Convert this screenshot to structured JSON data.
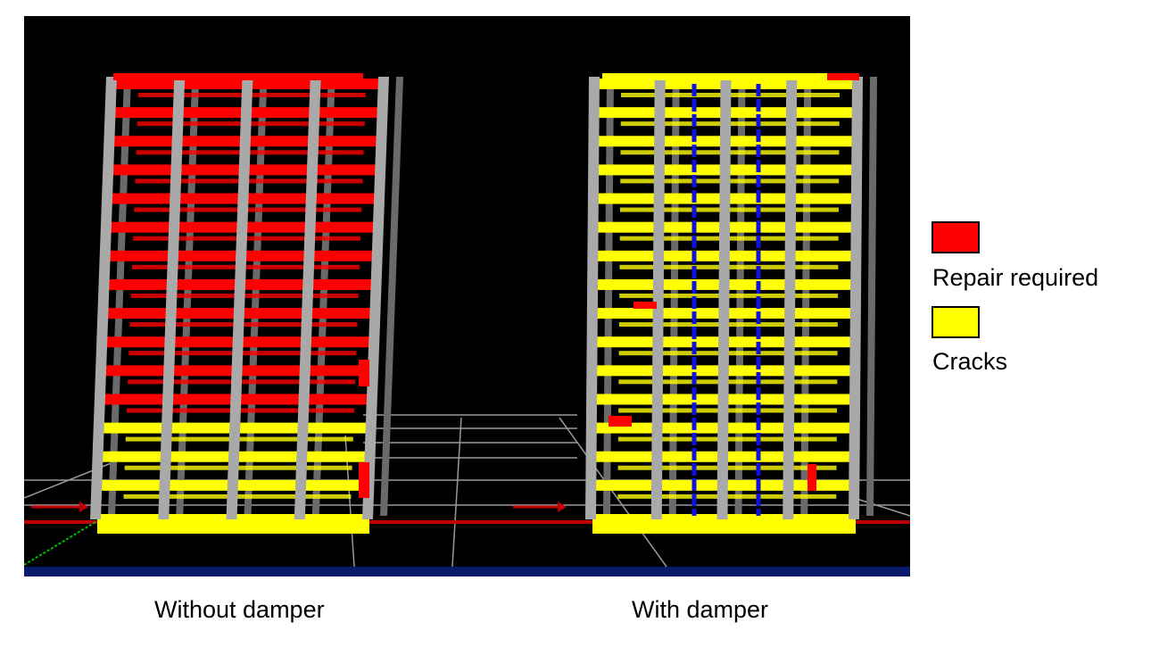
{
  "captions": {
    "left": "Without damper",
    "right": "With damper"
  },
  "legend": [
    {
      "label": "Repair required",
      "color": "#ff0000"
    },
    {
      "label": "Cracks",
      "color": "#ffff00"
    }
  ],
  "colors": {
    "background": "#000000",
    "column": "#a9a9a9",
    "damper": "#1010e0",
    "ground_axis": "#c00000",
    "floor_plane": "#0a1a6a"
  }
}
